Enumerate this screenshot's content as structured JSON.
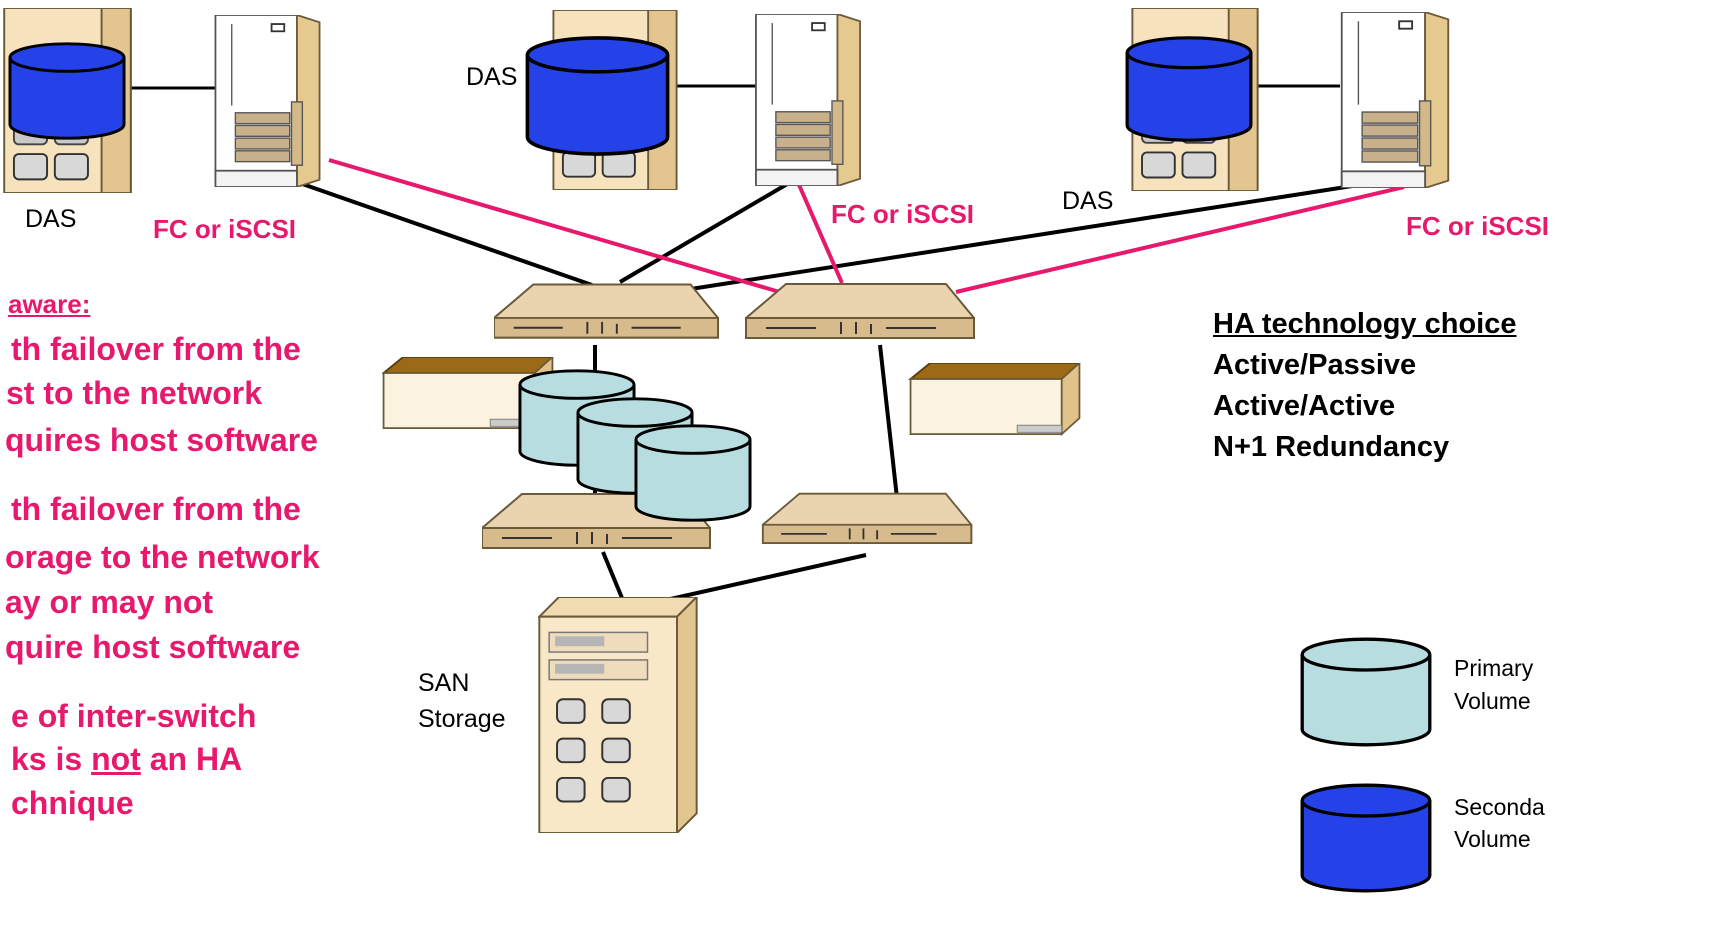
{
  "labels": {
    "das_top_left": "DAS",
    "das_top_middle": "DAS",
    "das_right": "DAS",
    "fc_left": "FC or iSCSI",
    "fc_middle": "FC or iSCSI",
    "fc_right": "FC or iSCSI",
    "san_line1": "SAN",
    "san_line2": "Storage"
  },
  "aware_panel": {
    "heading": "aware:",
    "lines": [
      "th failover from the",
      "st to the network",
      "quires host software",
      "th failover from the",
      "orage to the network",
      "ay or may not",
      "quire host software",
      "e of inter-switch",
      "ks is ",
      "not",
      " an HA",
      "chnique"
    ]
  },
  "ha_panel": {
    "heading": "HA technology choice",
    "items": [
      "Active/Passive",
      "Active/Active",
      "N+1 Redundancy"
    ]
  },
  "legend": {
    "primary_line1": "Primary",
    "primary_line2": "Volume",
    "secondary_line1": "Seconda",
    "secondary_line2": "Volume"
  },
  "colors": {
    "secondary_volume": "#2442e8",
    "primary_volume": "#b8dde0",
    "link_pink": "#e8186c",
    "link_black": "#000000",
    "cabinet": "#f2d9a8",
    "switch": "#e8d3b0",
    "text_pink": "#e8186c"
  }
}
